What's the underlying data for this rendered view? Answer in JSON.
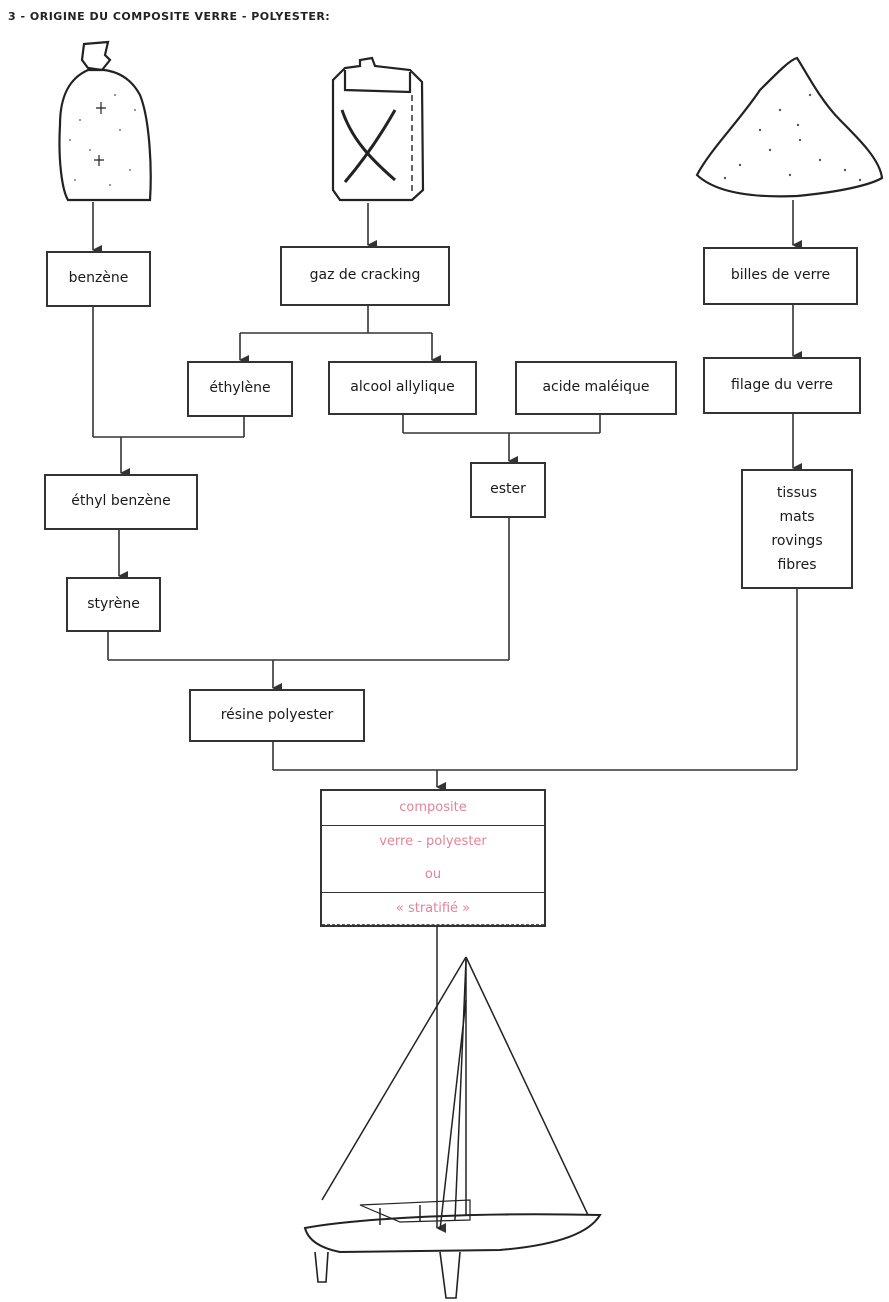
{
  "title": "3 - ORIGINE DU COMPOSITE VERRE - POLYESTER:",
  "nodes": {
    "benzene": "benzène",
    "gaz": "gaz de cracking",
    "billes": "billes de verre",
    "ethylene": "éthylène",
    "alcool": "alcool allylique",
    "acide": "acide maléique",
    "filage": "filage du verre",
    "ethylbenzene": "éthyl benzène",
    "ester": "ester",
    "tissus": [
      "tissus",
      "mats",
      "rovings",
      "fibres"
    ],
    "styrene": "styrène",
    "resine": "résine polyester",
    "composite": [
      "composite",
      "verre - polyester",
      "ou",
      "« stratifié »"
    ]
  },
  "icons": {
    "sack": "sack-icon",
    "jerrycan": "jerrycan-icon",
    "sand": "sand-pile-icon",
    "sailboat": "sailboat-icon"
  },
  "colors": {
    "composite_text": "#e0859b",
    "line": "#333333"
  }
}
